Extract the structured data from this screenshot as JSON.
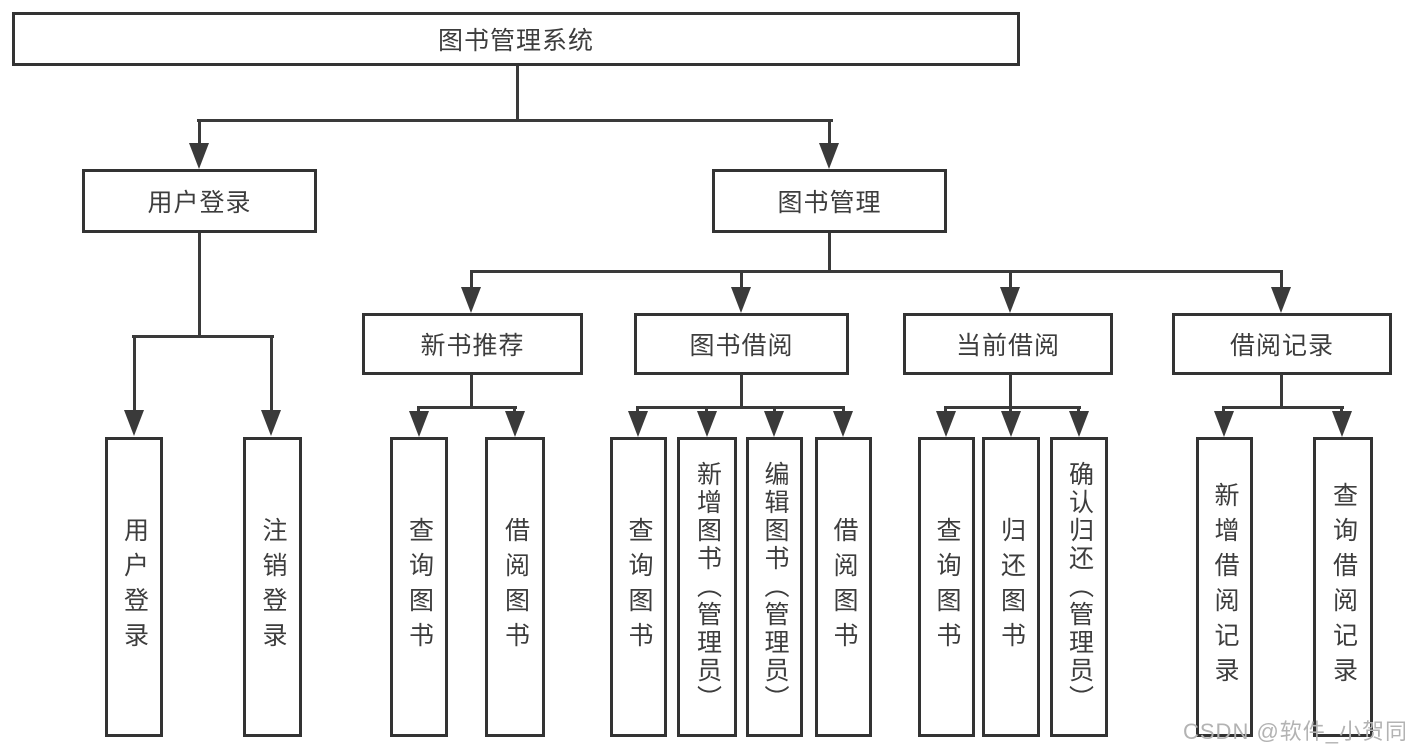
{
  "diagram": {
    "root": {
      "label": "图书管理系统"
    },
    "level1": [
      {
        "label": "用户登录"
      },
      {
        "label": "图书管理"
      }
    ],
    "level2": [
      {
        "label": "新书推荐"
      },
      {
        "label": "图书借阅"
      },
      {
        "label": "当前借阅"
      },
      {
        "label": "借阅记录"
      }
    ],
    "leaves": [
      {
        "label": "用户登录"
      },
      {
        "label": "注销登录"
      },
      {
        "label": "查询图书"
      },
      {
        "label": "借阅图书"
      },
      {
        "label": "查询图书"
      },
      {
        "label": "新增图书（管理员）"
      },
      {
        "label": "编辑图书（管理员）"
      },
      {
        "label": "借阅图书"
      },
      {
        "label": "查询图书"
      },
      {
        "label": "归还图书"
      },
      {
        "label": "确认归还（管理员）"
      },
      {
        "label": "新增借阅记录"
      },
      {
        "label": "查询借阅记录"
      }
    ]
  },
  "watermark": {
    "text": "CSDN @软件_小贺同学"
  },
  "colors": {
    "background": "#ffffff",
    "line": "#3a3a3a",
    "box_border": "#333333",
    "text": "#3d3d3d",
    "watermark": "#b3b3b3"
  }
}
